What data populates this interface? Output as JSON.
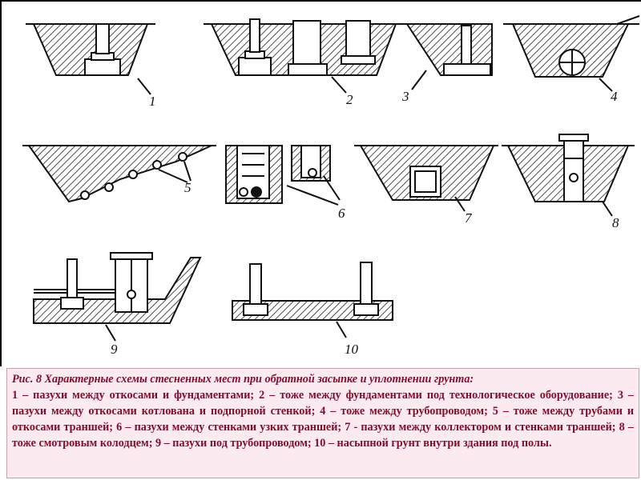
{
  "figure": {
    "labels": [
      "1",
      "2",
      "3",
      "4",
      "5",
      "6",
      "7",
      "8",
      "9",
      "10"
    ]
  },
  "caption": {
    "title": "Рис. 8 Характерные схемы стесненных мест при обратной засыпке и уплотнении грунта:",
    "body": "1 – пазухи между откосами и фундаментами; 2 – тоже между фундаментами под технологическое оборудование; 3 – пазухи между откосами котлована и подпорной стенкой; 4 – тоже между трубопроводом; 5 – тоже между трубами и откосами траншей; 6 – пазухи между стенками узких траншей; 7 - пазухи между коллектором и стенками траншей; 8 – тоже смотровым колодцем; 9 – пазухи под трубопроводом; 10 – насыпной грунт внутри здания под полы."
  },
  "colors": {
    "caption_text": "#8b0a2c",
    "caption_bg": "#fbeaf0"
  }
}
